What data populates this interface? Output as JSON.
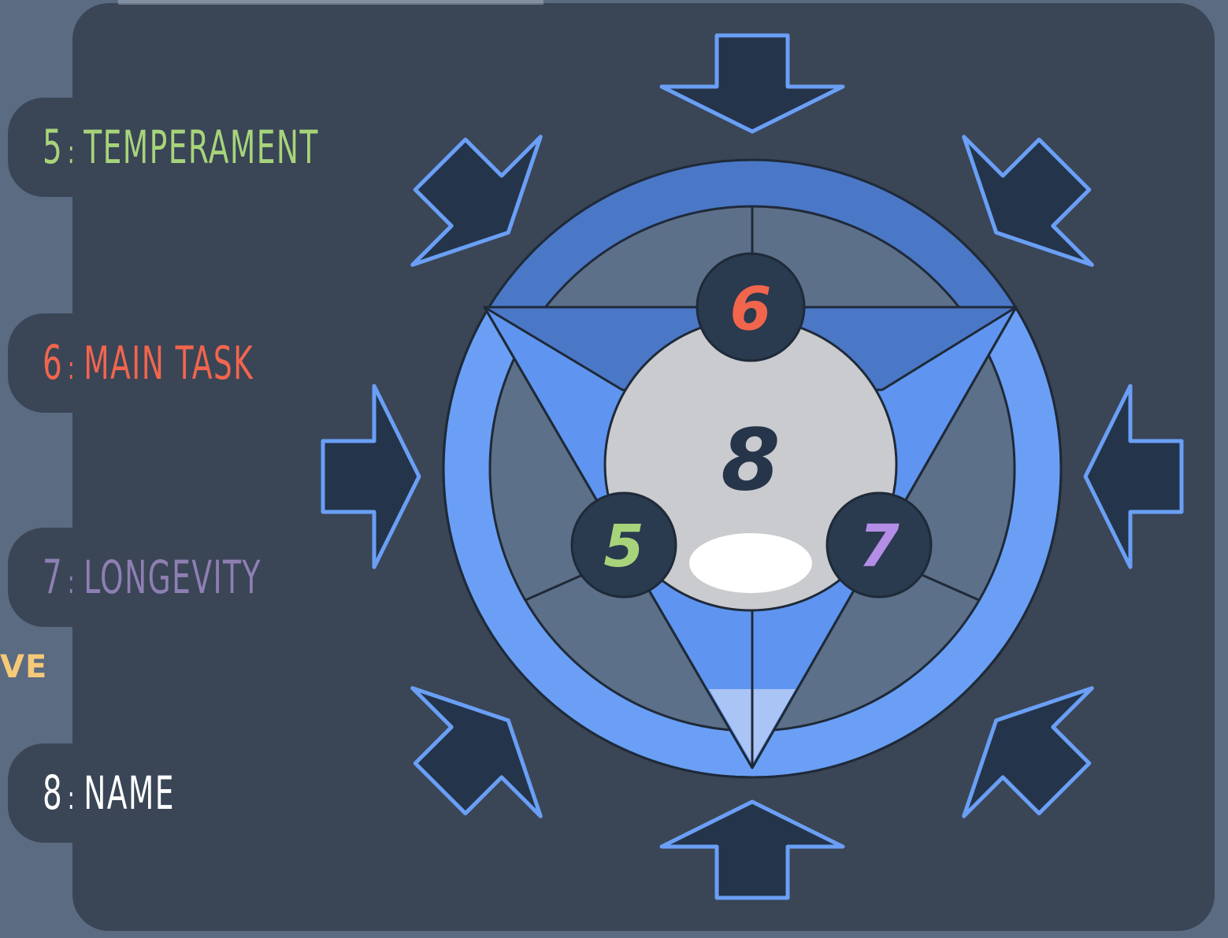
{
  "tabs": [
    {
      "number": "5",
      "label": "TEMPERAMENT",
      "color": "#a7d47a"
    },
    {
      "number": "6",
      "label": "MAIN TASK",
      "color": "#f2654d"
    },
    {
      "number": "7",
      "label": "LONGEVITY",
      "color": "#8e7fb3"
    },
    {
      "number": "8",
      "label": "NAME",
      "color": "#ffffff"
    }
  ],
  "side_fragment": "VE",
  "diagram": {
    "center_label": "8",
    "nodes": [
      {
        "label": "6",
        "color": "#f2654d"
      },
      {
        "label": "5",
        "color": "#a7d47a"
      },
      {
        "label": "7",
        "color": "#b48ee6"
      }
    ],
    "arrows": [
      "north",
      "northeast",
      "east",
      "southeast",
      "south",
      "southwest",
      "west",
      "northwest"
    ],
    "colors": {
      "panel": "#3a4556",
      "outer_ring": "#6a9ff5",
      "inner_disc": "#5d708a",
      "triangle": "#5f95f0",
      "center": "#cacbcf",
      "node_bg": "#2a3a4f"
    }
  }
}
